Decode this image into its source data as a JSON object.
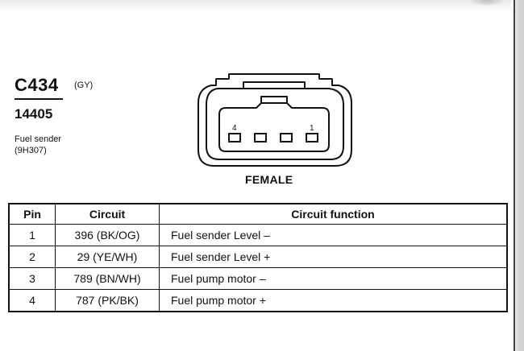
{
  "connector": {
    "code": "C434",
    "color": "(GY)",
    "part_number": "14405",
    "description_line1": "Fuel sender",
    "description_line2": "(9H307)",
    "view_label": "FEMALE",
    "pin_label_left": "4",
    "pin_label_right": "1"
  },
  "table": {
    "headers": [
      "Pin",
      "Circuit",
      "Circuit function"
    ],
    "rows": [
      {
        "pin": "1",
        "circuit": "396 (BK/OG)",
        "function": "Fuel sender  Level –"
      },
      {
        "pin": "2",
        "circuit": "29 (YE/WH)",
        "function": "Fuel sender  Level +"
      },
      {
        "pin": "3",
        "circuit": "789 (BN/WH)",
        "function": "Fuel pump motor –"
      },
      {
        "pin": "4",
        "circuit": "787 (PK/BK)",
        "function": "Fuel pump motor +"
      }
    ]
  }
}
